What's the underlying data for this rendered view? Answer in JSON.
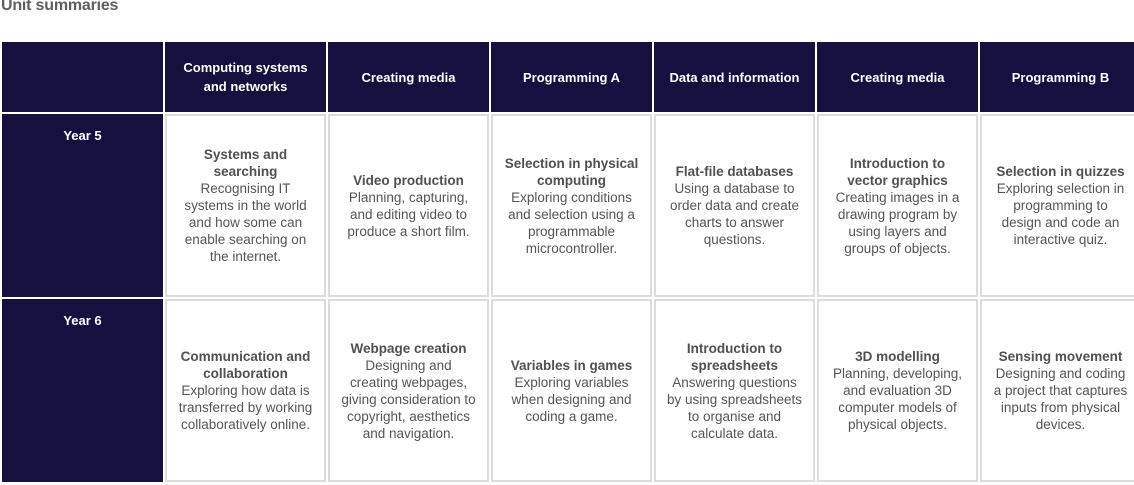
{
  "page_title": "Unit summaries",
  "headers": [
    "Computing systems and networks",
    "Creating media",
    "Programming A",
    "Data and information",
    "Creating media",
    "Programming B"
  ],
  "rows": [
    {
      "year": "Year 5",
      "cells": [
        {
          "title": "Systems and searching",
          "desc": "Recognising IT systems in the world and how some can enable searching on the internet."
        },
        {
          "title": "Video production",
          "desc": "Planning, capturing, and editing video to produce a short film."
        },
        {
          "title": "Selection in physical computing",
          "desc": "Exploring conditions and selection using a programmable microcontroller."
        },
        {
          "title": "Flat-file databases",
          "desc": "Using a database to order data and create charts to answer questions."
        },
        {
          "title": "Introduction to vector graphics",
          "desc": "Creating images in a drawing program by using layers and groups of objects."
        },
        {
          "title": "Selection in quizzes",
          "desc": "Exploring selection in programming to design and code an interactive quiz."
        }
      ]
    },
    {
      "year": "Year 6",
      "cells": [
        {
          "title": "Communication and collaboration",
          "desc": "Exploring how data is transferred by working collaboratively online."
        },
        {
          "title": "Webpage creation",
          "desc": "Designing and creating webpages, giving consideration to copyright, aesthetics and navigation."
        },
        {
          "title": "Variables in games",
          "desc": "Exploring variables when designing and coding a game."
        },
        {
          "title": "Introduction to spreadsheets",
          "desc": "Answering questions by using spreadsheets to organise and calculate data."
        },
        {
          "title": "3D modelling",
          "desc": "Planning, developing, and evaluation 3D computer models of physical objects."
        },
        {
          "title": "Sensing movement",
          "desc": "Designing and coding a project that captures inputs from physical devices."
        }
      ]
    }
  ],
  "colors": {
    "header_bg": "#15103f",
    "header_text": "#ffffff",
    "cell_border": "#dcdcdc",
    "body_text": "#555555"
  }
}
